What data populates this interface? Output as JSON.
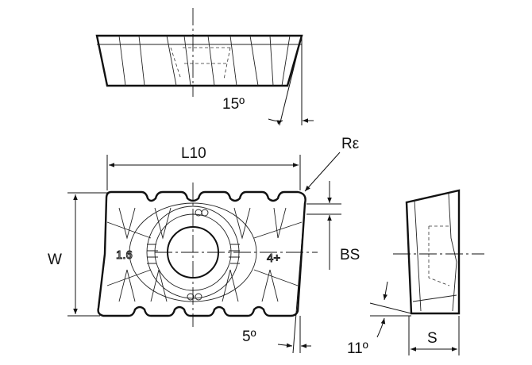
{
  "labels": {
    "top_angle": "15º",
    "length": "L10",
    "corner_radius": "Rε",
    "width": "W",
    "facet": "BS",
    "edge_angle": "5º",
    "clearance_angle": "11º",
    "thickness": "S"
  },
  "insert_markings": {
    "left": "1.6",
    "right": "4+"
  }
}
